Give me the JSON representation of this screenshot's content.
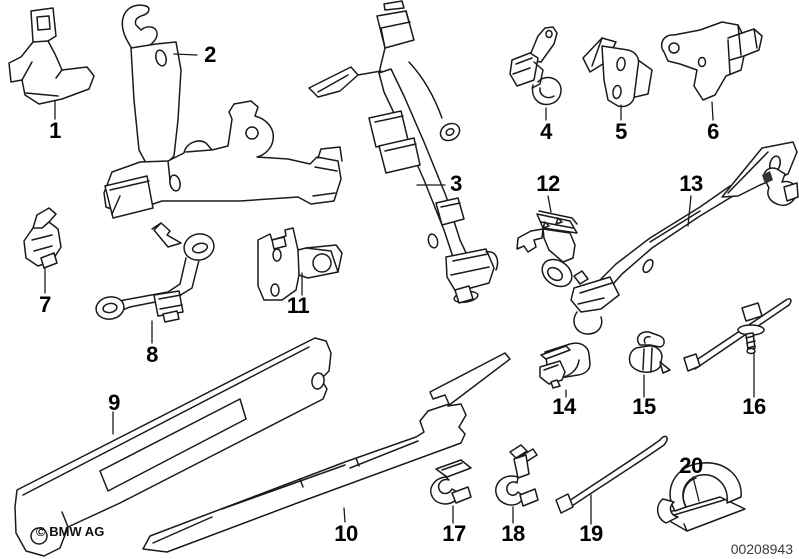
{
  "diagram": {
    "type": "exploded-parts-line-drawing",
    "part_count": 20
  },
  "parts": [
    {
      "label": "1"
    },
    {
      "label": "2"
    },
    {
      "label": "3"
    },
    {
      "label": "4"
    },
    {
      "label": "5"
    },
    {
      "label": "6"
    },
    {
      "label": "7"
    },
    {
      "label": "8"
    },
    {
      "label": "9"
    },
    {
      "label": "10"
    },
    {
      "label": "11"
    },
    {
      "label": "12"
    },
    {
      "label": "13"
    },
    {
      "label": "14"
    },
    {
      "label": "15"
    },
    {
      "label": "16"
    },
    {
      "label": "17"
    },
    {
      "label": "18"
    },
    {
      "label": "19"
    },
    {
      "label": "20"
    }
  ],
  "footer": {
    "copyright": "© BMW AG",
    "drawing_number": "00208943"
  },
  "colors": {
    "background": "#ffffff",
    "line": "#1a1a1a",
    "label": "#000000",
    "drawing_number": "#3a3a3a"
  }
}
